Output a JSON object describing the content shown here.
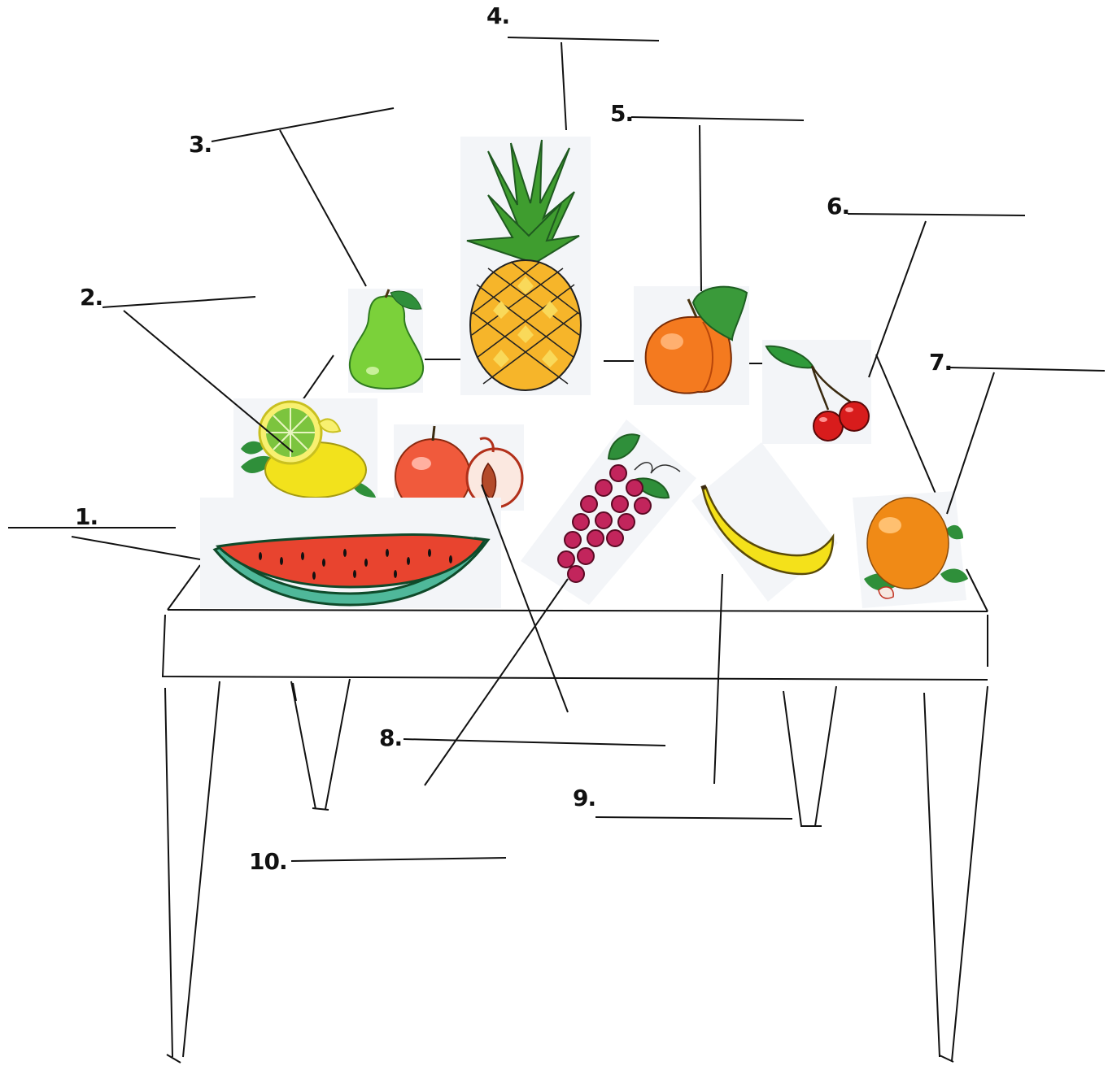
{
  "worksheet": {
    "labels": [
      "1.",
      "2.",
      "3.",
      "4.",
      "5.",
      "6.",
      "7.",
      "8.",
      "9.",
      "10."
    ],
    "fruits": [
      "watermelon",
      "lemon",
      "pear",
      "pineapple",
      "peach",
      "cherries",
      "orange",
      "apple",
      "grapes",
      "banana"
    ],
    "colors": {
      "watermelon_flesh": "#e8442f",
      "watermelon_rind": "#4fb89a",
      "lemon": "#f2e21c",
      "pear": "#7bd13a",
      "pineapple_body": "#f6b52a",
      "pineapple_leaves": "#3f9d2f",
      "peach": "#f47a1f",
      "cherries": "#d81c1c",
      "orange": "#f08a16",
      "apple": "#f05a3c",
      "grapes": "#c2255c",
      "banana": "#f4e11a",
      "leaf": "#2f8f3a",
      "line": "#111111"
    }
  }
}
